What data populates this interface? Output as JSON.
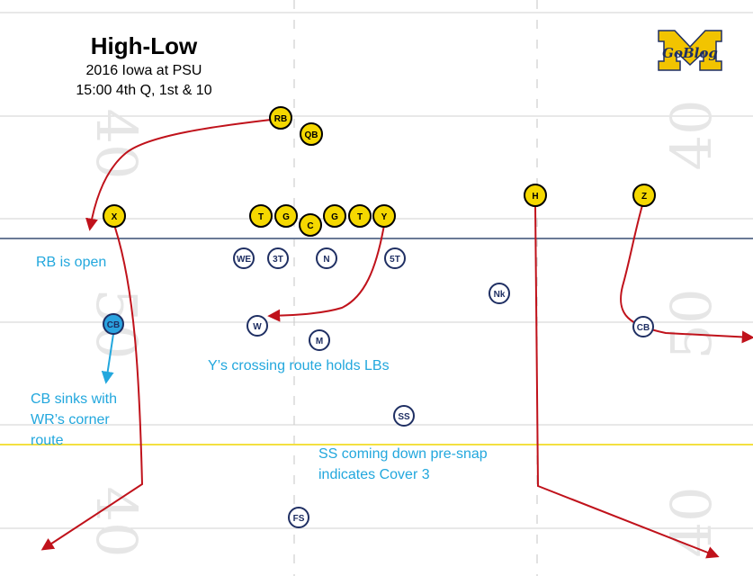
{
  "diagram": {
    "title": "High-Low",
    "subtitle_1": "2016 Iowa at PSU",
    "subtitle_2": "15:00 4th Q, 1st & 10",
    "logo_text": "GoBlog",
    "colors": {
      "offense_fill": "#f5d800",
      "defense_stroke": "#1f2f63",
      "highlight_fill": "#2aa3e0",
      "route": "#c0121b",
      "note_text": "#22a7dd",
      "scrimmage_line": "#6a7a96",
      "first_down_line": "#f3e040",
      "yard_number": "#e6e6e6"
    },
    "yard_numbers": [
      "40",
      "50",
      "40",
      "40",
      "50",
      "40"
    ],
    "offense": [
      {
        "label": "RB"
      },
      {
        "label": "QB"
      },
      {
        "label": "X"
      },
      {
        "label": "T"
      },
      {
        "label": "G"
      },
      {
        "label": "C"
      },
      {
        "label": "G"
      },
      {
        "label": "T"
      },
      {
        "label": "Y"
      },
      {
        "label": "H"
      },
      {
        "label": "Z"
      }
    ],
    "defense": [
      {
        "label": "WE"
      },
      {
        "label": "3T"
      },
      {
        "label": "N"
      },
      {
        "label": "5T"
      },
      {
        "label": "Nk"
      },
      {
        "label": "W"
      },
      {
        "label": "M"
      },
      {
        "label": "CB"
      },
      {
        "label": "SS"
      },
      {
        "label": "FS"
      },
      {
        "label": "CB",
        "highlight": true
      }
    ],
    "notes": {
      "rb_open": "RB is open",
      "y_cross": "Y’s crossing route holds LBs",
      "cb_line_1": "CB sinks with",
      "cb_line_2": "WR’s corner",
      "cb_line_3": "route",
      "ss_line_1": "SS coming down pre-snap",
      "ss_line_2": "indicates Cover 3"
    }
  }
}
